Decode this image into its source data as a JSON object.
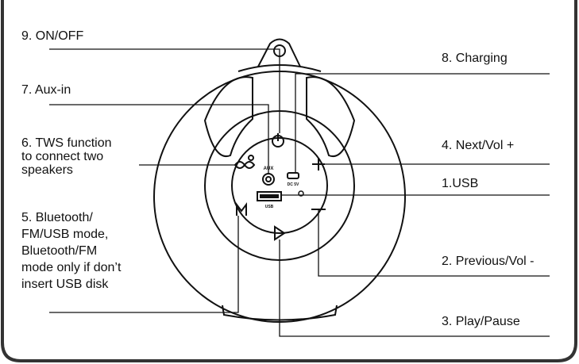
{
  "labels": {
    "on_off": "9. ON/OFF",
    "aux_in": "7. Aux-in",
    "tws": [
      "6. TWS function",
      "to connect two",
      "speakers"
    ],
    "mode": [
      "5. Bluetooth/",
      "FM/USB mode,",
      "Bluetooth/FM",
      "mode only if don’t",
      "insert USB disk"
    ],
    "charging": "8. Charging",
    "next_vol": "4. Next/Vol +",
    "usb": "1.USB",
    "prev_vol": "2. Previous/Vol -",
    "play_pause": "3. Play/Pause"
  },
  "panel_text": {
    "aux": "AUX",
    "dc": "DC 5V",
    "usb_port": "USB"
  },
  "colors": {
    "line": "#111111",
    "background": "#ffffff"
  }
}
